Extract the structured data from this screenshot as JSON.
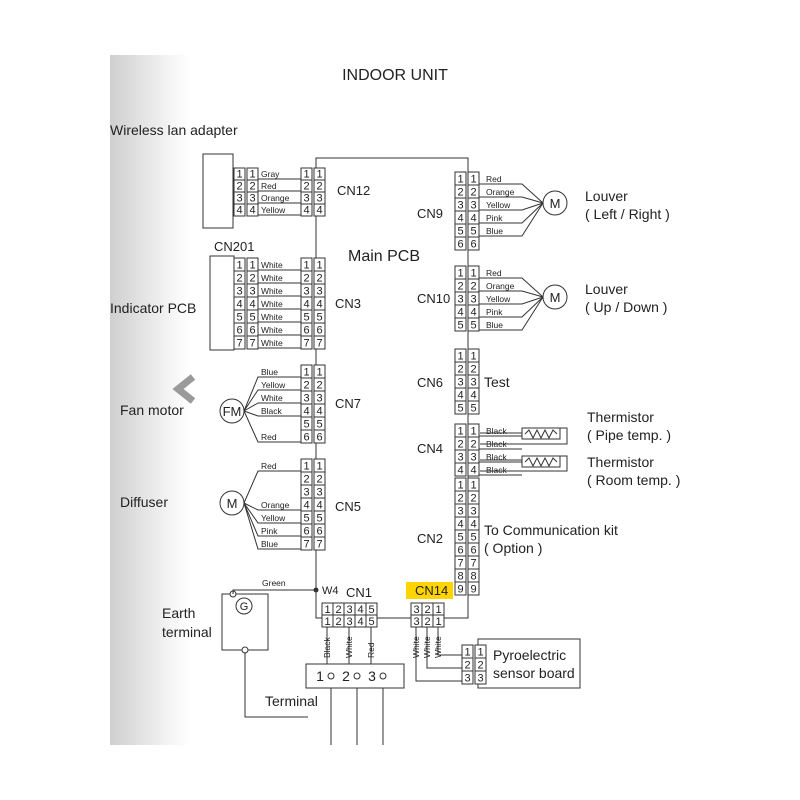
{
  "title": "INDOOR UNIT",
  "main_pcb_label": "Main PCB",
  "accent_color": "#ffd400",
  "left_panel_color": "#d4d4d4",
  "nav_icon": "chevron-left-icon",
  "wireless_lan": {
    "label": "Wireless lan adapter",
    "connector": "CN12",
    "pins": [
      "1",
      "2",
      "3",
      "4"
    ],
    "wires": [
      "Gray",
      "Red",
      "Orange",
      "Yellow"
    ]
  },
  "indicator_pcb": {
    "label": "Indicator PCB",
    "header": "CN201",
    "connector": "CN3",
    "pins": [
      "1",
      "2",
      "3",
      "4",
      "5",
      "6",
      "7"
    ],
    "wires": [
      "White",
      "White",
      "White",
      "White",
      "White",
      "White",
      "White"
    ]
  },
  "fan_motor": {
    "label": "Fan motor",
    "symbol": "FM",
    "connector": "CN7",
    "pins": [
      "1",
      "2",
      "3",
      "4",
      "5",
      "6"
    ],
    "wires": [
      "Blue",
      "Yellow",
      "White",
      "Black",
      "",
      "Red"
    ]
  },
  "diffuser": {
    "label": "Diffuser",
    "symbol": "M",
    "connector": "CN5",
    "pins": [
      "1",
      "2",
      "3",
      "4",
      "5",
      "6",
      "7"
    ],
    "wires": [
      "Red",
      "",
      "",
      "Orange",
      "Yellow",
      "Pink",
      "Blue"
    ]
  },
  "earth": {
    "label_line1": "Earth",
    "label_line2": "terminal",
    "symbol": "G",
    "wire": "Green",
    "junction": "W4"
  },
  "cn1": {
    "connector": "CN1",
    "pins": [
      "1",
      "2",
      "3",
      "4",
      "5"
    ],
    "wires": [
      "Black",
      "White",
      "Red"
    ]
  },
  "terminal": {
    "label": "Terminal",
    "pins": [
      "1",
      "2",
      "3"
    ]
  },
  "cn14": {
    "connector": "CN14",
    "pins": [
      "3",
      "2",
      "1"
    ],
    "wires": [
      "White",
      "White",
      "White"
    ]
  },
  "pyro": {
    "label_line1": "Pyroelectric",
    "label_line2": "sensor board",
    "pins": [
      "1",
      "2",
      "3"
    ]
  },
  "louver_lr": {
    "connector": "CN9",
    "label_line1": "Louver",
    "label_line2": "( Left / Right )",
    "symbol": "M",
    "pins": [
      "1",
      "2",
      "3",
      "4",
      "5",
      "6"
    ],
    "wires": [
      "Red",
      "Orange",
      "Yellow",
      "Pink",
      "Blue"
    ]
  },
  "louver_ud": {
    "connector": "CN10",
    "label_line1": "Louver",
    "label_line2": "( Up / Down )",
    "symbol": "M",
    "pins": [
      "1",
      "2",
      "3",
      "4",
      "5"
    ],
    "wires": [
      "Red",
      "Orange",
      "Yellow",
      "Pink",
      "Blue"
    ]
  },
  "test": {
    "connector": "CN6",
    "label": "Test",
    "pins": [
      "1",
      "2",
      "3",
      "4",
      "5"
    ]
  },
  "thermistor": {
    "connector": "CN4",
    "pins": [
      "1",
      "2",
      "3",
      "4"
    ],
    "wires": [
      "Black",
      "Black",
      "Black",
      "Black"
    ],
    "pipe_line1": "Thermistor",
    "pipe_line2": "( Pipe temp. )",
    "room_line1": "Thermistor",
    "room_line2": "( Room temp. )"
  },
  "comm": {
    "connector": "CN2",
    "label_line1": "To Communication kit",
    "label_line2": "( Option )",
    "pins": [
      "1",
      "2",
      "3",
      "4",
      "5",
      "6",
      "7",
      "8",
      "9"
    ]
  }
}
